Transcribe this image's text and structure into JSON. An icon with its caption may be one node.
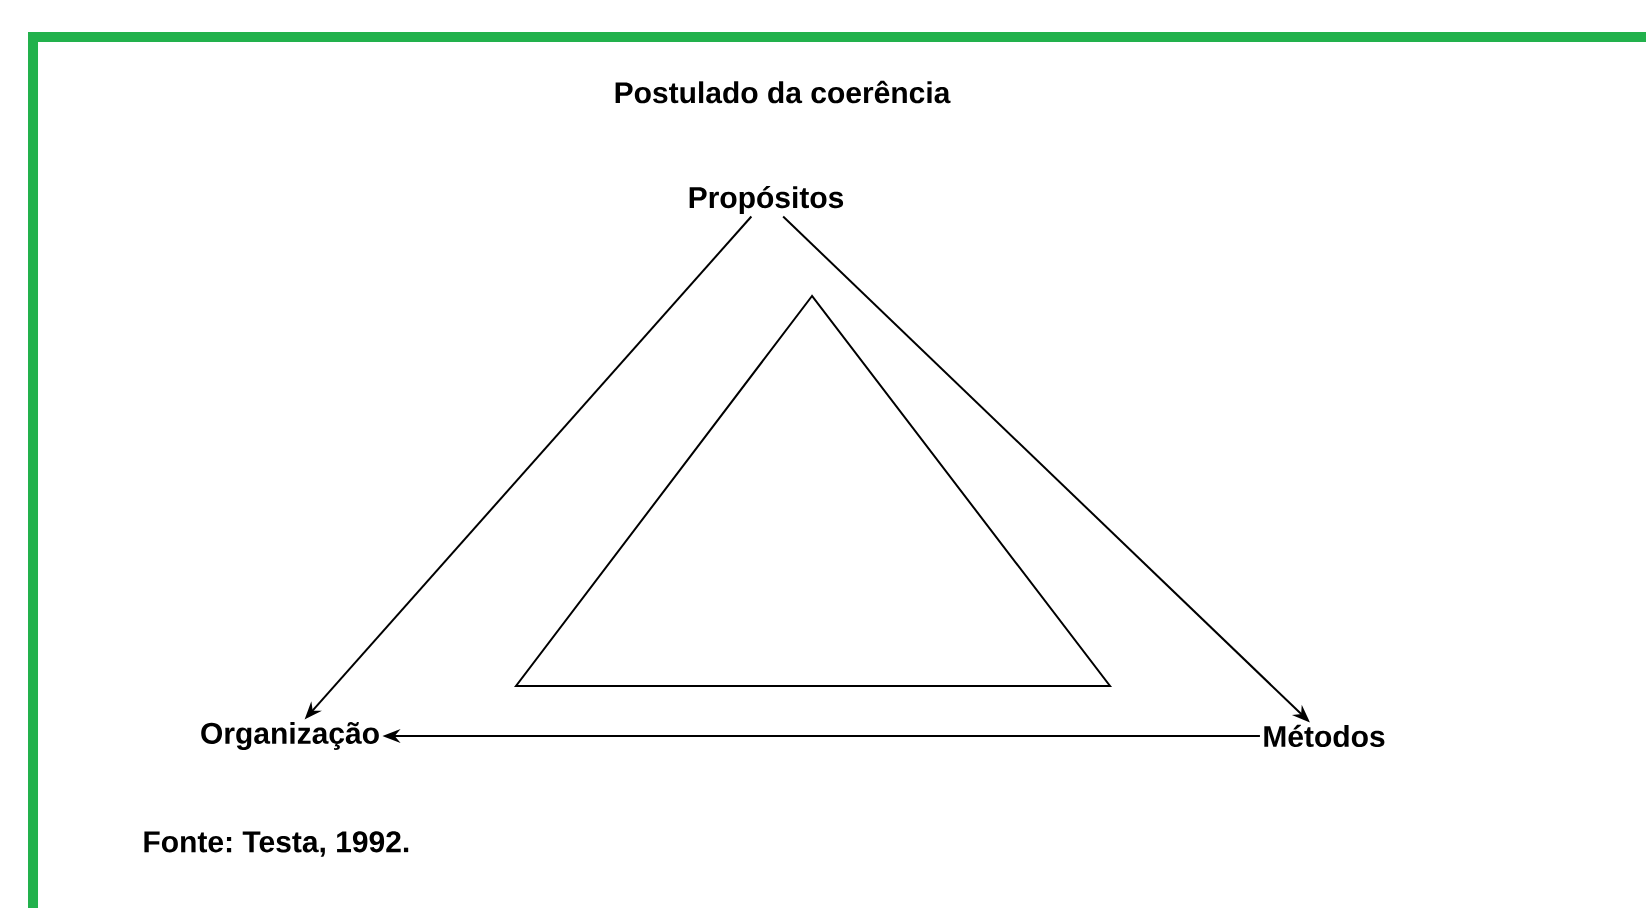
{
  "diagram": {
    "title": "Postulado da coerência",
    "nodes": [
      {
        "text": [
          "Propósitos"
        ]
      },
      {
        "text": [
          "Organização"
        ]
      },
      {
        "text": [
          "Métodos"
        ]
      }
    ],
    "edges": [
      {
        "from": 0,
        "to": 1,
        "arrow": "to"
      },
      {
        "from": 0,
        "to": 2,
        "arrow": "to"
      },
      {
        "from": 2,
        "to": 1,
        "arrow": "to"
      }
    ],
    "caption": "Fonte: Testa, 1992."
  }
}
